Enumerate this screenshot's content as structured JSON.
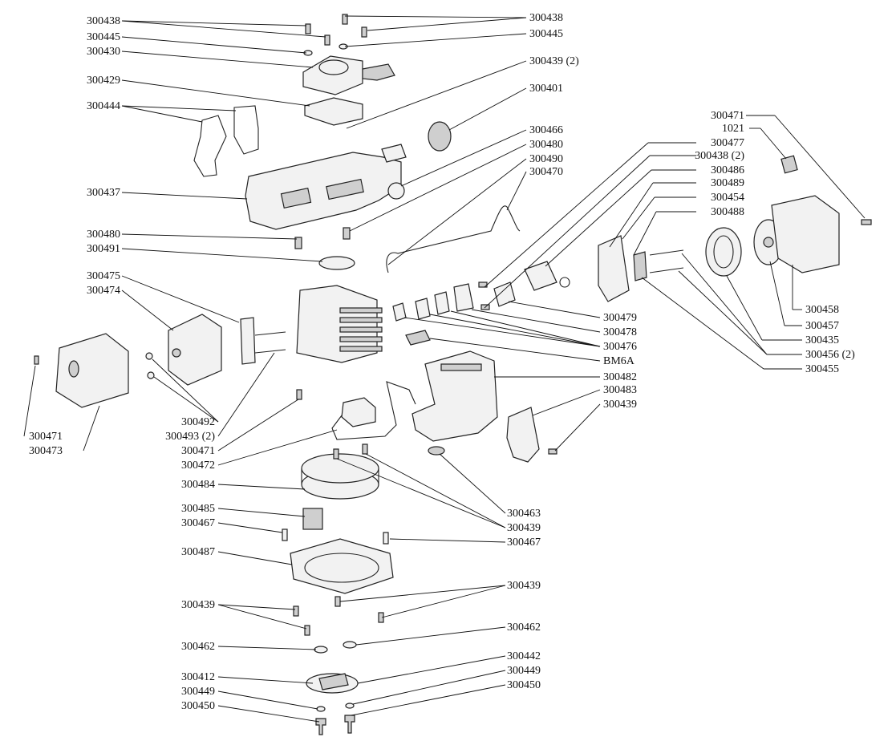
{
  "callouts": {
    "c300438_l": "300438",
    "c300445_l": "300445",
    "c300430": "300430",
    "c300429": "300429",
    "c300444": "300444",
    "c300437": "300437",
    "c300480_l": "300480",
    "c300491": "300491",
    "c300475": "300475",
    "c300474": "300474",
    "c300438_r": "300438",
    "c300445_r": "300445",
    "c300439_2_top": "300439 (2)",
    "c300401": "300401",
    "c300466": "300466",
    "c300480_r": "300480",
    "c300490": "300490",
    "c300470": "300470",
    "c300471_top": "300471",
    "c1021": "1021",
    "c300477": "300477",
    "c300438_2": "300438 (2)",
    "c300486": "300486",
    "c300489": "300489",
    "c300454": "300454",
    "c300488": "300488",
    "c300458": "300458",
    "c300457": "300457",
    "c300435": "300435",
    "c300456_2": "300456 (2)",
    "c300455": "300455",
    "c300479": "300479",
    "c300478": "300478",
    "c300476": "300476",
    "cBM6A": "BM6A",
    "c300482": "300482",
    "c300483": "300483",
    "c300439_mr": "300439",
    "c300492": "300492",
    "c300493_2": "300493 (2)",
    "c300471_ml": "300471",
    "c300472": "300472",
    "c300471_fl": "300471",
    "c300473": "300473",
    "c300484": "300484",
    "c300485": "300485",
    "c300467_l": "300467",
    "c300487": "300487",
    "c300463": "300463",
    "c300439_m2": "300439",
    "c300467_r": "300467",
    "c300439_bl": "300439",
    "c300439_br": "300439",
    "c300462_l": "300462",
    "c300462_r": "300462",
    "c300412": "300412",
    "c300449_l": "300449",
    "c300450_l": "300450",
    "c300442": "300442",
    "c300449_r": "300449",
    "c300450_r": "300450"
  }
}
